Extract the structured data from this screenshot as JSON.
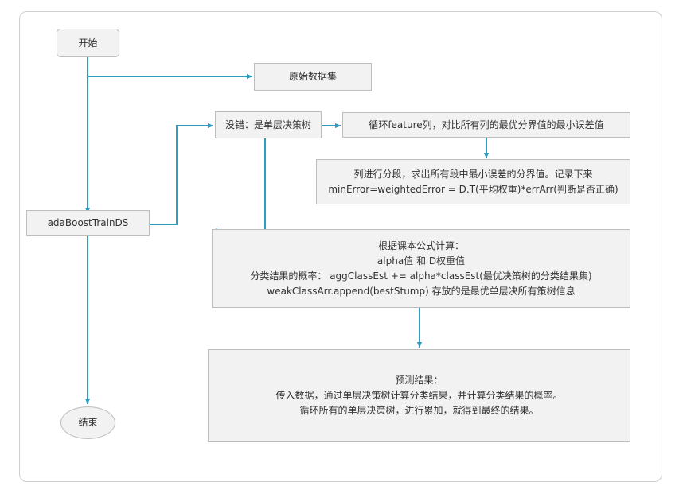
{
  "diagram": {
    "type": "flowchart",
    "background": "#ffffff",
    "frame_color": "#cfcfcf",
    "node_fill": "#f2f2f2",
    "node_border": "#bdbdbd",
    "connector_color": "#2e9bbf",
    "text_color": "#333333",
    "nodes": [
      {
        "id": "start",
        "label": "开始",
        "shape": "rounded"
      },
      {
        "id": "dataset",
        "label": "原始数据集",
        "shape": "rect"
      },
      {
        "id": "train",
        "label": "adaBoostTrainDS",
        "shape": "rect"
      },
      {
        "id": "stump",
        "label": "没错：是单层决策树",
        "shape": "rect"
      },
      {
        "id": "loop",
        "label": "循环feature列，对比所有列的最优分界值的最小误差值",
        "shape": "rect"
      },
      {
        "id": "segment",
        "label": "列进行分段，求出所有段中最小误差的分界值。记录下来\nminError=weightedError = D.T(平均权重)*errArr(判断是否正确)",
        "shape": "rect"
      },
      {
        "id": "formula",
        "label": "根据课本公式计算：\nalpha值 和 D权重值\n分类结果的概率： aggClassEst += alpha*classEst(最优决策树的分类结果集)\nweakClassArr.append(bestStump) 存放的是最优单层决所有策树信息",
        "shape": "rect"
      },
      {
        "id": "predict",
        "label": "预测结果：\n传入数据，通过单层决策树计算分类结果，并计算分类结果的概率。\n循环所有的单层决策树，进行累加，就得到最终的结果。",
        "shape": "rect"
      },
      {
        "id": "end",
        "label": "结束",
        "shape": "ellipse"
      }
    ]
  }
}
